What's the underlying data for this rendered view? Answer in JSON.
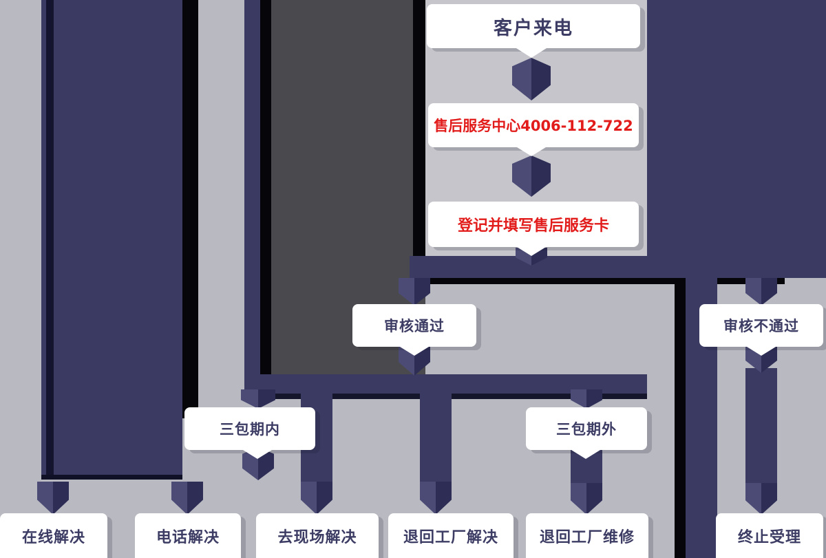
{
  "diagram": {
    "type": "flowchart",
    "nodes": {
      "customer_call": "客户来电",
      "service_center": "售后服务中心4006-112-722",
      "register_card": "登记并填写售后服务卡",
      "approved": "审核通过",
      "rejected": "审核不通过",
      "in_warranty": "三包期内",
      "out_warranty": "三包期外",
      "online": "在线解决",
      "phone": "电话解决",
      "onsite": "去现场解决",
      "factory_solve": "退回工厂解决",
      "factory_repair": "退回工厂维修",
      "terminate": "终止受理"
    },
    "edges": [
      {
        "from": "customer_call",
        "to": "service_center"
      },
      {
        "from": "service_center",
        "to": "register_card"
      },
      {
        "from": "register_card",
        "to": "approved"
      },
      {
        "from": "register_card",
        "to": "rejected"
      },
      {
        "from": "approved",
        "to": "in_warranty"
      },
      {
        "from": "approved",
        "to": "out_warranty"
      },
      {
        "from": "in_warranty",
        "to": "online"
      },
      {
        "from": "in_warranty",
        "to": "phone"
      },
      {
        "from": "in_warranty",
        "to": "onsite"
      },
      {
        "from": "in_warranty",
        "to": "factory_solve"
      },
      {
        "from": "out_warranty",
        "to": "factory_repair"
      },
      {
        "from": "rejected",
        "to": "terminate"
      }
    ],
    "colors": {
      "background": "#b9b9c1",
      "pipe": "#3a3a62",
      "pipe_highlight": "#4b4b76",
      "pipe_dark": "#2d2d55",
      "hard_shadow": "#05050a",
      "dark_panel": "#4a4a4e",
      "channel": "#c5c5cb",
      "node_background": "#ffffff",
      "node_text": "#3c3c64",
      "accent_text": "#e21b1b"
    }
  }
}
